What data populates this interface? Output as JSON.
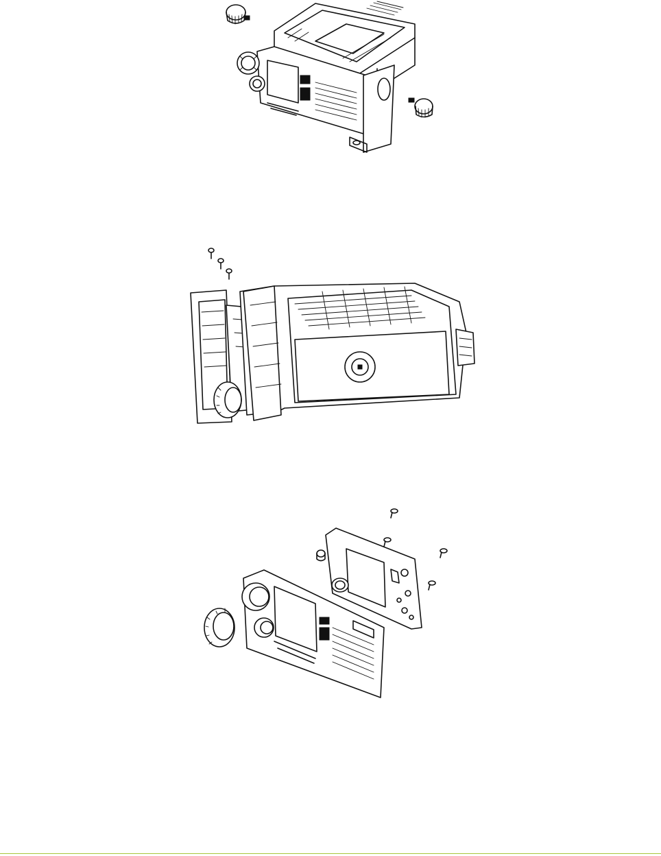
{
  "figures": [
    {
      "name": "radio-with-side-knobs",
      "description_visible": ""
    },
    {
      "name": "radio-side-view-with-screws",
      "description_visible": ""
    },
    {
      "name": "front-panel-exploded",
      "description_visible": ""
    }
  ],
  "colors": {
    "line": "#111111",
    "background": "#ffffff",
    "footer_rule": "#a8c63a"
  }
}
